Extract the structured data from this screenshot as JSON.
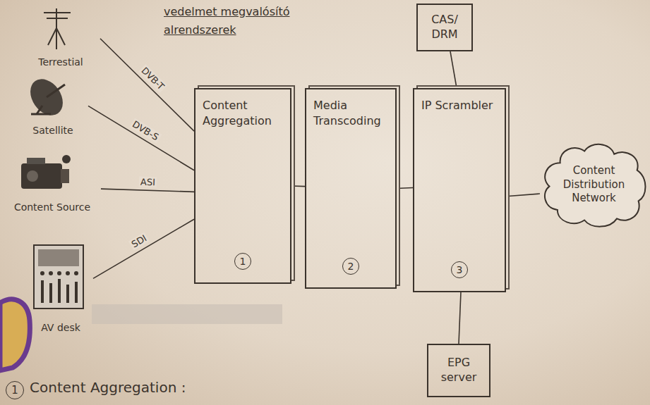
{
  "diagram": {
    "nodes": [
      {
        "text": [
          "Terrestial"
        ]
      },
      {
        "text": [
          "Satellite"
        ]
      },
      {
        "text": [
          "Content Source"
        ]
      },
      {
        "text": [
          "AV desk"
        ]
      },
      {
        "text": [
          "Content Aggregation",
          "1"
        ]
      },
      {
        "text": [
          "Media Transcoding",
          "2"
        ]
      },
      {
        "text": [
          "IP Scrambler",
          "3"
        ]
      },
      {
        "text": [
          "CAS/ DRM"
        ]
      },
      {
        "text": [
          "Content Distribution Network"
        ]
      },
      {
        "text": [
          "EPG server"
        ]
      }
    ],
    "edges": [
      {
        "from": 0,
        "to": 4,
        "label": "DVB-T",
        "arrow": "none"
      },
      {
        "from": 1,
        "to": 4,
        "label": "DVB-S",
        "arrow": "none"
      },
      {
        "from": 2,
        "to": 4,
        "label": "ASI",
        "arrow": "none"
      },
      {
        "from": 3,
        "to": 4,
        "label": "SDI",
        "arrow": "none"
      },
      {
        "from": 4,
        "to": 5,
        "arrow": "none"
      },
      {
        "from": 5,
        "to": 6,
        "arrow": "none"
      },
      {
        "from": 7,
        "to": 6,
        "arrow": "none"
      },
      {
        "from": 6,
        "to": 8,
        "arrow": "none"
      },
      {
        "from": 9,
        "to": 6,
        "arrow": "none"
      }
    ],
    "labels": [
      "vedelmet megvalósító alrendszerek",
      "1",
      "Content Aggregation :"
    ]
  }
}
